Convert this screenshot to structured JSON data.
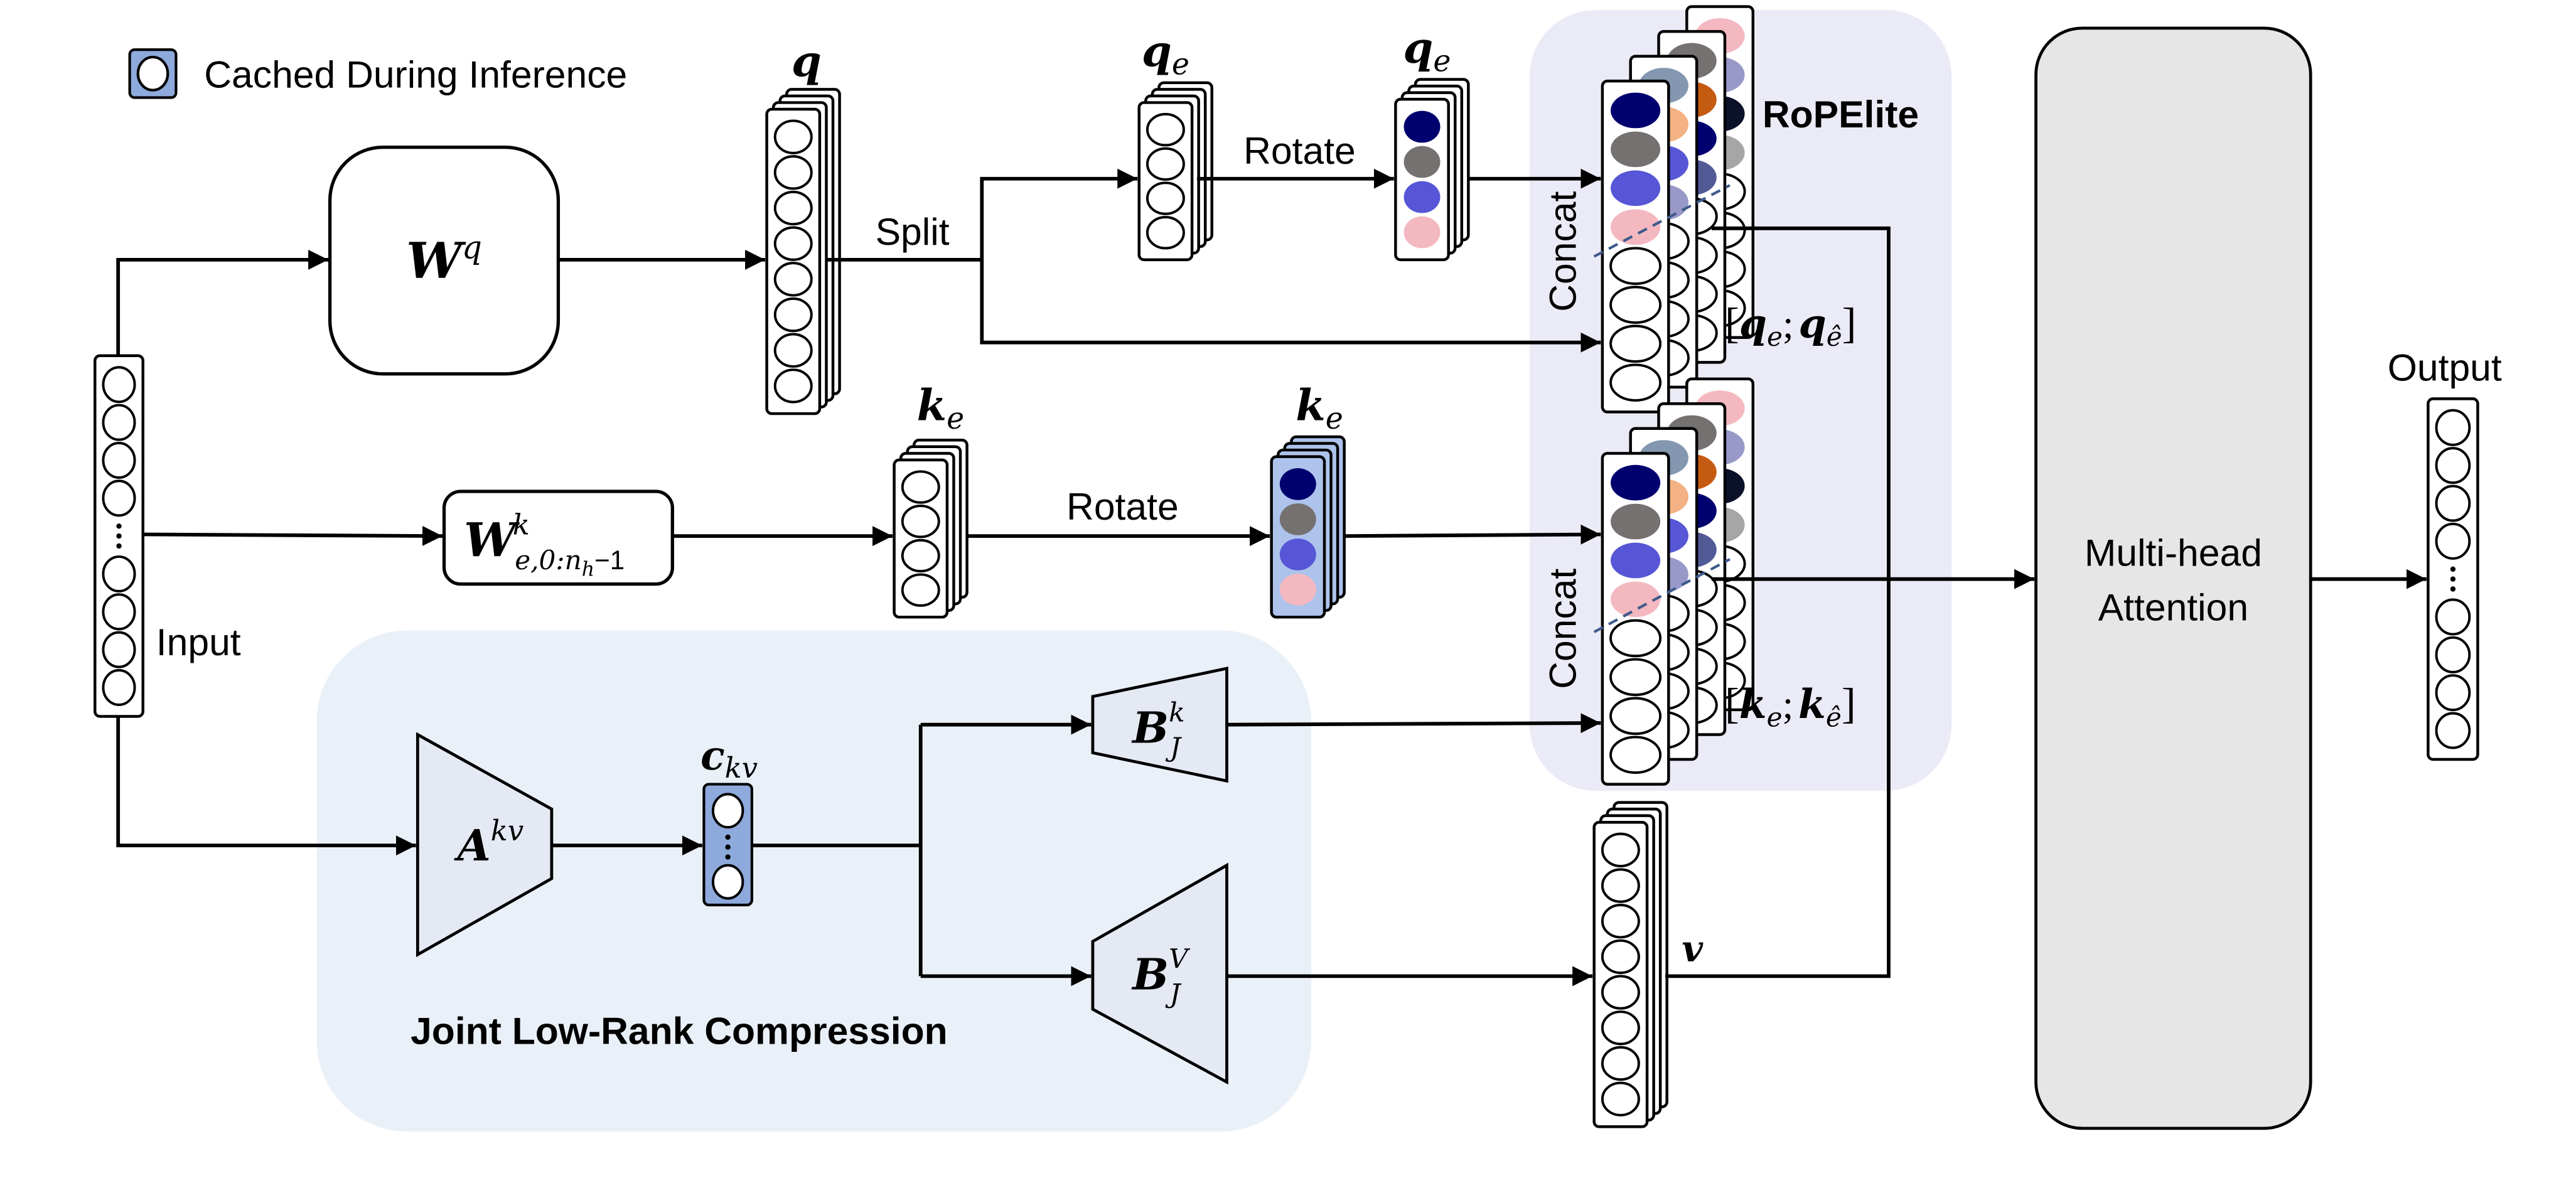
{
  "legend": {
    "label": "Cached During Inference",
    "swatch_color": "#8eaadc"
  },
  "input": {
    "label": "Input"
  },
  "output": {
    "label": "Output"
  },
  "wq": {
    "main": "W",
    "sup": "q"
  },
  "wk": {
    "main": "W",
    "sup": "k",
    "sub": "e,0:n",
    "sub2": "h",
    "tail": "−1"
  },
  "q_label": {
    "main": "q"
  },
  "split_label": "Split",
  "qe_label": {
    "main": "q",
    "sub": "e"
  },
  "qe_rot_label": {
    "main": "q",
    "sub": "e"
  },
  "rotate_q_label": "Rotate",
  "ke_label": {
    "main": "k",
    "sub": "e"
  },
  "ke_rot_label": {
    "main": "k",
    "sub": "e"
  },
  "rotate_k_label": "Rotate",
  "ropelite": {
    "title": "RoPElite",
    "concat_q": "Concat",
    "concat_k": "Concat",
    "q_concat_label": {
      "open": "[",
      "a": "q",
      "a_sub": "e",
      "sep": ";",
      "b": "q",
      "b_sub": "ê",
      "close": "]"
    },
    "k_concat_label": {
      "open": "[",
      "a": "k",
      "a_sub": "e",
      "sep": ";",
      "b": "k",
      "b_sub": "ê",
      "close": "]"
    },
    "bg_color": "#ebebf7"
  },
  "joint": {
    "title": "Joint Low-Rank Compression",
    "bg_color": "#eaf0f8",
    "akv": {
      "main": "A",
      "sup": "kv"
    },
    "ckv": {
      "main": "c",
      "sub": "kv"
    },
    "bk": {
      "main": "B",
      "sup": "k",
      "sub": "J"
    },
    "bv": {
      "main": "B",
      "sup": "V",
      "sub": "J"
    }
  },
  "v_label": "v",
  "mha": {
    "line1": "Multi-head",
    "line2": "Attention",
    "bg_color": "#e6e6e6"
  },
  "rope_colors": {
    "layer1": [
      "#00006e",
      "#767171",
      "#5656d6",
      "#f4b8c0"
    ],
    "layer2": [
      "#8497b0",
      "#f4b183",
      "#5656d6",
      "#9999c9"
    ],
    "layer3": [
      "#767171",
      "#c55a11",
      "#00006e",
      "#525a96"
    ],
    "layer4": [
      "#f4b8c0",
      "#9999c9",
      "#0b1128",
      "#a6a6a6"
    ]
  },
  "cached_color": "#adc3ec"
}
